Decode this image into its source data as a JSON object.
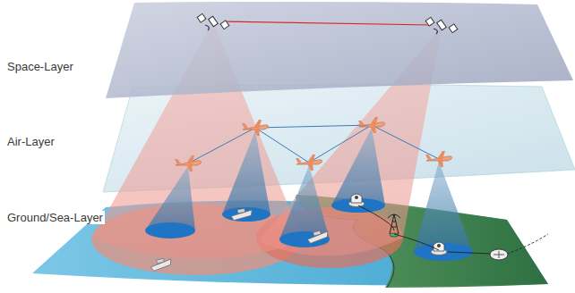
{
  "diagram": {
    "labels": [
      "Space-Layer",
      "Air-Layer",
      "Ground/Sea-Layer"
    ]
  }
}
